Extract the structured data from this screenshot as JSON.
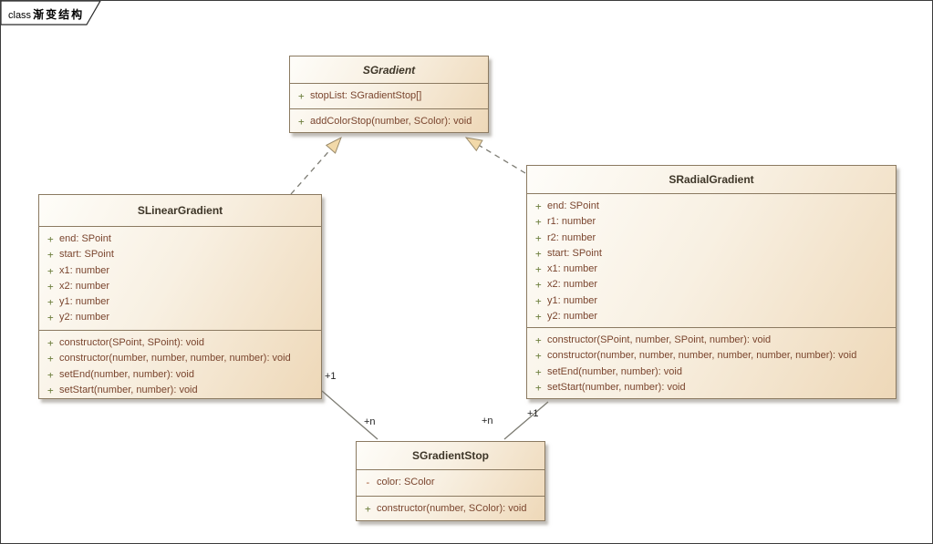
{
  "diagram": {
    "frame_keyword": "class",
    "frame_title": "渐变结构"
  },
  "classes": [
    {
      "name": "SGradient",
      "abstract": true,
      "attributes": [
        {
          "visibility": "+",
          "signature": "stopList: SGradientStop[]"
        }
      ],
      "methods": [
        {
          "visibility": "+",
          "signature": "addColorStop(number, SColor): void"
        }
      ]
    },
    {
      "name": "SLinearGradient",
      "abstract": false,
      "attributes": [
        {
          "visibility": "+",
          "signature": "end: SPoint"
        },
        {
          "visibility": "+",
          "signature": "start: SPoint"
        },
        {
          "visibility": "+",
          "signature": "x1: number"
        },
        {
          "visibility": "+",
          "signature": "x2: number"
        },
        {
          "visibility": "+",
          "signature": "y1: number"
        },
        {
          "visibility": "+",
          "signature": "y2: number"
        }
      ],
      "methods": [
        {
          "visibility": "+",
          "signature": "constructor(SPoint, SPoint): void"
        },
        {
          "visibility": "+",
          "signature": "constructor(number, number, number, number): void"
        },
        {
          "visibility": "+",
          "signature": "setEnd(number, number): void"
        },
        {
          "visibility": "+",
          "signature": "setStart(number, number): void"
        }
      ]
    },
    {
      "name": "SRadialGradient",
      "abstract": false,
      "attributes": [
        {
          "visibility": "+",
          "signature": "end: SPoint"
        },
        {
          "visibility": "+",
          "signature": "r1: number"
        },
        {
          "visibility": "+",
          "signature": "r2: number"
        },
        {
          "visibility": "+",
          "signature": "start: SPoint"
        },
        {
          "visibility": "+",
          "signature": "x1: number"
        },
        {
          "visibility": "+",
          "signature": "x2: number"
        },
        {
          "visibility": "+",
          "signature": "y1: number"
        },
        {
          "visibility": "+",
          "signature": "y2: number"
        }
      ],
      "methods": [
        {
          "visibility": "+",
          "signature": "constructor(SPoint, number, SPoint, number): void"
        },
        {
          "visibility": "+",
          "signature": "constructor(number, number, number, number, number, number): void"
        },
        {
          "visibility": "+",
          "signature": "setEnd(number, number): void"
        },
        {
          "visibility": "+",
          "signature": "setStart(number, number): void"
        }
      ]
    },
    {
      "name": "SGradientStop",
      "abstract": false,
      "attributes": [
        {
          "visibility": "-",
          "signature": "color: SColor"
        }
      ],
      "methods": [
        {
          "visibility": "+",
          "signature": "constructor(number, SColor): void"
        }
      ]
    }
  ],
  "connectors": [
    {
      "type": "realization",
      "from": "SLinearGradient",
      "to": "SGradient"
    },
    {
      "type": "realization",
      "from": "SRadialGradient",
      "to": "SGradient"
    },
    {
      "type": "association",
      "from": "SLinearGradient",
      "to": "SGradientStop",
      "from_label": "+1",
      "to_label": "+n"
    },
    {
      "type": "association",
      "from": "SRadialGradient",
      "to": "SGradientStop",
      "from_label": "+1",
      "to_label": "+n"
    }
  ],
  "colors": {
    "box_fill_light": "#fefdf9",
    "box_fill_dark": "#eed8b8",
    "box_border": "#8b7a61",
    "title_text": "#3e3628",
    "member_text": "#7a452e",
    "visibility_public": "#6e7f3e",
    "visibility_private": "#a0522d",
    "connector": "#7c7b72",
    "arrowhead_fill": "#f2d9a9",
    "label_text": "#222222"
  }
}
